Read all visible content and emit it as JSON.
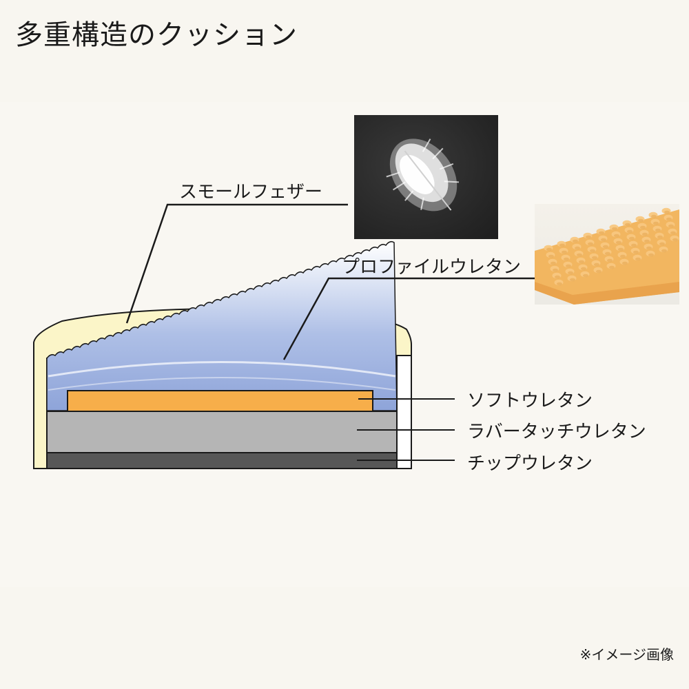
{
  "title": "多重構造のクッション",
  "layers": {
    "small_feather": "スモールフェザー",
    "profile_urethane": "プロファイルウレタン",
    "soft_urethane": "ソフトウレタン",
    "rubber_touch_urethane": "ラバータッチウレタン",
    "chip_urethane": "チップウレタン"
  },
  "note": "※イメージ画像",
  "colors": {
    "feather_top": "#fbf5c8",
    "blue_layer": "#8fa5d9",
    "soft_urethane": "#f7ae4a",
    "rubber_touch": "#b5b5b5",
    "chip": "#575757",
    "foam_photo": "#f2b660"
  },
  "images": {
    "feather_photo": "feather-photo",
    "foam_photo": "profile-urethane-photo"
  }
}
